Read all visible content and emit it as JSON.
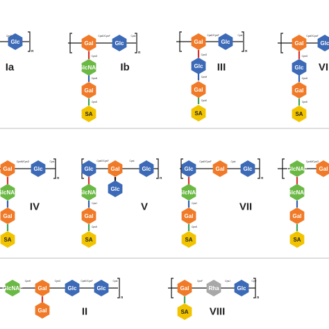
{
  "colors": {
    "Gal": "#f07a28",
    "Glc": "#3c6ab7",
    "GlcNAc": "#6bb845",
    "SA": "#f2c400",
    "Rha": "#a8a8a8",
    "red_link": "#d9312a",
    "green_link": "#3aa35a",
    "blue_link": "#2f5fb0",
    "line": "#111111",
    "divider": "#bfbfbf"
  },
  "repeat_subscript": "n",
  "residues": {
    "gal": "Gal",
    "glc": "Glc",
    "glcnac": "GlcNAc",
    "sa": "SA",
    "rha": "Rha"
  },
  "linkages": {
    "cpsf": "CpsF",
    "cpsg": "CpsG",
    "cpsh": "CpsH",
    "cpsi": "CpsI",
    "cpsj": "CpsJ",
    "cpsk": "CpsK",
    "cpso": "CpsO",
    "cpse_cpsf": "CpsE/CpsF",
    "cpsm_cpso": "CpsM/CpsO"
  },
  "structure_labels": {
    "Ia": "Ia",
    "Ib": "Ib",
    "III": "III",
    "VI": "VI",
    "IV": "IV",
    "V": "V",
    "VII": "VII",
    "II": "II",
    "VIII": "VIII"
  }
}
